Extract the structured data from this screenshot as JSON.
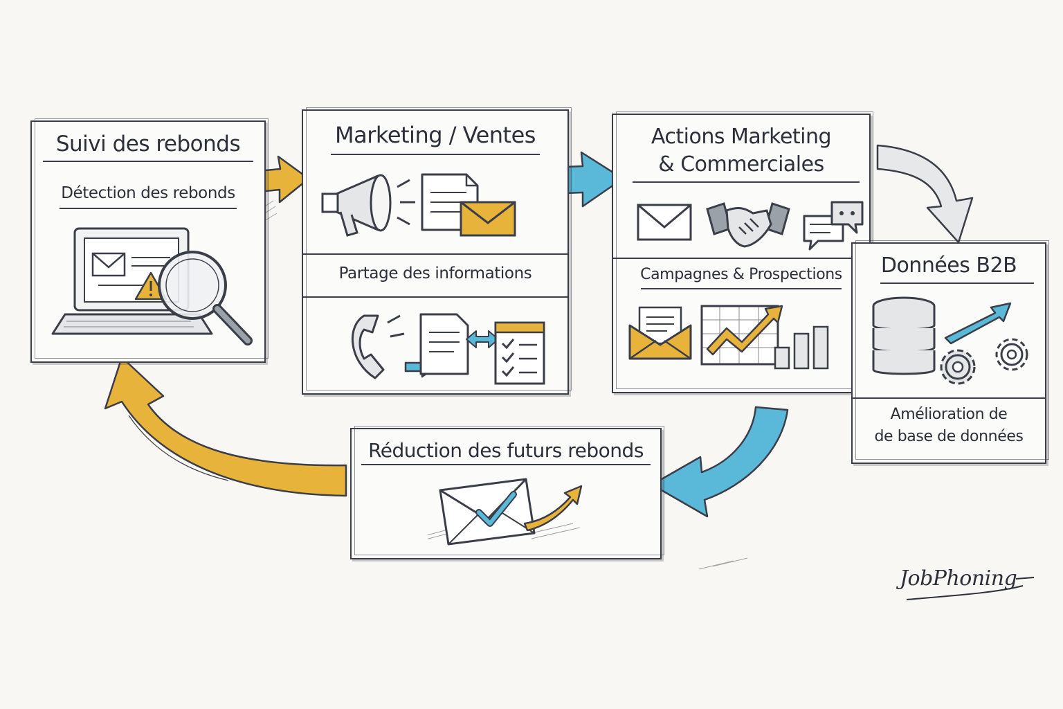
{
  "steps": {
    "bounce_tracking": {
      "title": "Suivi des rebonds",
      "subtitle": "Détection des rebonds"
    },
    "marketing_sales": {
      "title": "Marketing / Ventes",
      "subtitle": "Partage des informations"
    },
    "actions": {
      "title_line1": "Actions Marketing",
      "title_line2": "& Commerciales",
      "subtitle": "Campagnes & Prospections"
    },
    "b2b_data": {
      "title": "Données B2B",
      "subtitle_line1": "Amélioration de",
      "subtitle_line2": "de base de données"
    },
    "reduction": {
      "title": "Réduction des futurs rebonds"
    }
  },
  "brand": {
    "logo": "JobPhoning"
  },
  "colors": {
    "ink": "#2b2f3a",
    "yellow": "#e8b33a",
    "blue": "#5ab8d8",
    "paper": "#f8f7f3"
  },
  "icons": [
    "laptop-icon",
    "envelope-icon",
    "warning-icon",
    "magnifier-icon",
    "megaphone-icon",
    "document-icon",
    "phone-icon",
    "checklist-icon",
    "handshake-icon",
    "chat-icon",
    "bar-chart-icon",
    "trend-arrow-icon",
    "database-icon",
    "gear-icon",
    "check-envelope-icon"
  ]
}
